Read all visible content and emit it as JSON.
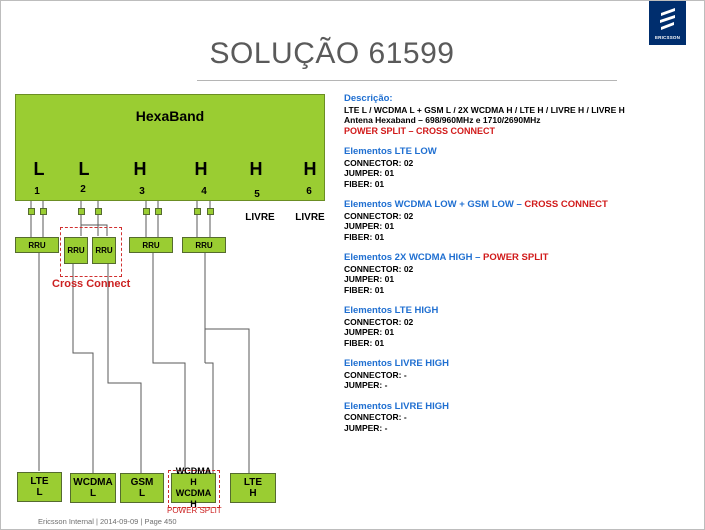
{
  "title": "SOLUÇÃO 61599",
  "logo_text": "ERICSSON",
  "antenna": {
    "label": "HexaBand",
    "ports": [
      {
        "letter": "L",
        "number": "1"
      },
      {
        "letter": "L",
        "number": "2"
      },
      {
        "letter": "H",
        "number": "3"
      },
      {
        "letter": "H",
        "number": "4"
      },
      {
        "letter": "H",
        "number": "5"
      },
      {
        "letter": "H",
        "number": "6"
      }
    ],
    "livre_labels": [
      "LIVRE",
      "LIVRE"
    ]
  },
  "rru_label": "RRU",
  "cross_connect_label": "Cross Connect",
  "power_split_label": "POWER SPLIT",
  "bottom_boxes": [
    {
      "line1": "LTE",
      "line2": "L"
    },
    {
      "line1": "WCDMA",
      "line2": "L"
    },
    {
      "line1": "GSM",
      "line2": "L"
    },
    {
      "line1": "WCDMA H",
      "line2": "WCDMA H"
    },
    {
      "line1": "LTE",
      "line2": "H"
    }
  ],
  "description": {
    "heading": "Descrição:",
    "line1": "LTE L / WCDMA L + GSM L / 2X WCDMA H / LTE H / LIVRE H / LIVRE H",
    "line2": "Antena Hexaband – 698/960MHz  e  1710/2690MHz",
    "line3": "POWER SPLIT – CROSS CONNECT"
  },
  "sections": [
    {
      "title": "Elementos LTE LOW",
      "suffix": "",
      "lines": [
        "CONNECTOR: 02",
        "JUMPER: 01",
        "FIBER: 01"
      ]
    },
    {
      "title": "Elementos WCDMA LOW + GSM LOW – ",
      "suffix": "CROSS CONNECT",
      "lines": [
        "CONNECTOR: 02",
        "JUMPER: 01",
        "FIBER: 01"
      ]
    },
    {
      "title": "Elementos 2X WCDMA HIGH – ",
      "suffix": "POWER SPLIT",
      "lines": [
        "CONNECTOR: 02",
        "JUMPER: 01",
        "FIBER: 01"
      ]
    },
    {
      "title": "Elementos LTE HIGH",
      "suffix": "",
      "lines": [
        "CONNECTOR: 02",
        "JUMPER: 01",
        "FIBER: 01"
      ]
    },
    {
      "title": "Elementos LIVRE HIGH",
      "suffix": "",
      "lines": [
        "CONNECTOR: -",
        "JUMPER: -"
      ]
    },
    {
      "title": "Elementos LIVRE HIGH",
      "suffix": "",
      "lines": [
        "CONNECTOR: -",
        "JUMPER: -"
      ]
    }
  ],
  "footer": "Ericsson Internal  |  2014-09-09  |  Page 450"
}
